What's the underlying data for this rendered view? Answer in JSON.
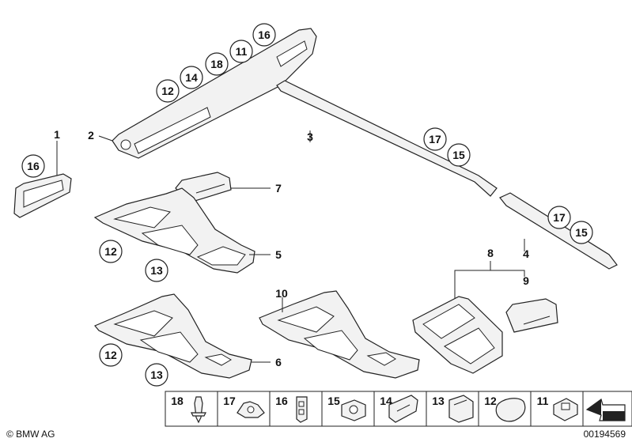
{
  "part_numbers": {
    "p1": "1",
    "p2": "2",
    "p3": "3",
    "p4": "4",
    "p5": "5",
    "p6": "6",
    "p7": "7",
    "p8": "8",
    "p9": "9",
    "p10": "10"
  },
  "circled_labels": {
    "c16_top": "16",
    "c11_top": "11",
    "c18_top": "18",
    "c14_top": "14",
    "c12_top": "12",
    "c17_mid": "17",
    "c15_mid": "15",
    "c16_left": "16",
    "c17_right": "17",
    "c15_right": "15",
    "c12_a": "12",
    "c13_a": "13",
    "c12_b": "12",
    "c13_b": "13"
  },
  "fastener_strip": [
    "18",
    "17",
    "16",
    "15",
    "14",
    "13",
    "12",
    "11"
  ],
  "footer": {
    "brand": "© BMW AG",
    "doc_number": "00194569"
  }
}
